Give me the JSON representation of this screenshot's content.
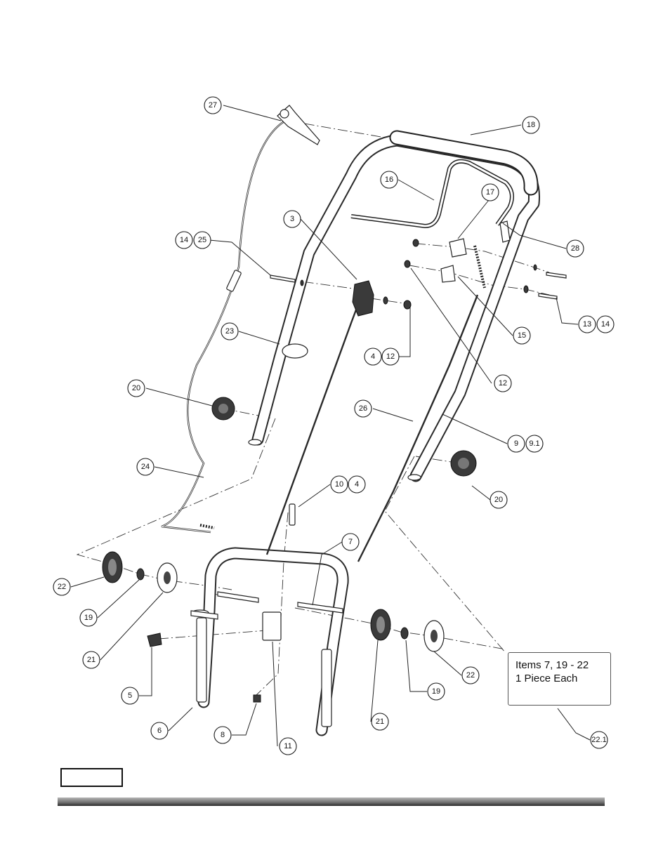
{
  "callouts": [
    {
      "label": "27"
    },
    {
      "label": "18"
    },
    {
      "label": "16"
    },
    {
      "label": "17"
    },
    {
      "label": "3"
    },
    {
      "label": "14"
    },
    {
      "label": "25"
    },
    {
      "label": "28"
    },
    {
      "label": "15"
    },
    {
      "label": "13"
    },
    {
      "label": "14"
    },
    {
      "label": "23"
    },
    {
      "label": "4"
    },
    {
      "label": "12"
    },
    {
      "label": "12"
    },
    {
      "label": "20"
    },
    {
      "label": "26"
    },
    {
      "label": "9"
    },
    {
      "label": "9.1"
    },
    {
      "label": "24"
    },
    {
      "label": "20"
    },
    {
      "label": "10"
    },
    {
      "label": "4"
    },
    {
      "label": "7"
    },
    {
      "label": "22"
    },
    {
      "label": "19"
    },
    {
      "label": "21"
    },
    {
      "label": "22"
    },
    {
      "label": "19"
    },
    {
      "label": "5"
    },
    {
      "label": "21"
    },
    {
      "label": "6"
    },
    {
      "label": "8"
    },
    {
      "label": "11"
    },
    {
      "label": "22.1"
    }
  ],
  "note": {
    "line1": "Items 7, 19 - 22",
    "line2": "1 Piece Each"
  }
}
